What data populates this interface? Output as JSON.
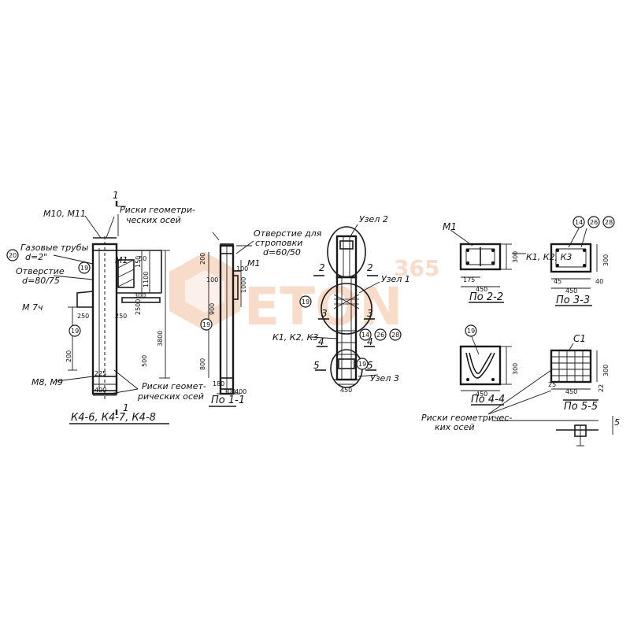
{
  "watermark": {
    "brand": "ETON",
    "number": "365"
  },
  "left_view": {
    "marks_top": "М10, М11",
    "risk_top_1": "Риски геометри-",
    "risk_top_2": "ческих осей",
    "section_mark": "1",
    "gas_pipe_num": "20",
    "gas_pipe_1": "Газовые трубы",
    "gas_pipe_2": "d=2\"",
    "hole_1": "Отверстие",
    "hole_2": "d=80/75",
    "m1": "М1",
    "m7": "М 7ч",
    "m8": "М8, М9",
    "circ_19a": "19",
    "circ_19b": "19",
    "risk_bot_1": "Риски геомет-",
    "risk_bot_2": "рических осей",
    "title": "К4-6, К4-7, К4-8",
    "dims": [
      "250",
      "250",
      "3800",
      "1100",
      "150",
      "300",
      "50",
      "200",
      "225",
      "400",
      "500",
      "2500"
    ]
  },
  "right_view": {
    "hole_1": "Отверстие для",
    "hole_2": "строповки",
    "hole_3": "d=60/50",
    "m1": "М1",
    "circ_19": "19",
    "title": "По 1-1",
    "dims": [
      "200",
      "100",
      "100",
      "1000",
      "900",
      "800",
      "180",
      "300",
      "400"
    ]
  },
  "center_view": {
    "node_2": "Узел 2",
    "node_1": "Узел 1",
    "node_3": "Узел 3",
    "marks": "К1, К2, К3",
    "circ_14": "14",
    "circ_26": "26",
    "circ_28": "28",
    "circ_19a": "19",
    "circ_19b": "19",
    "sec_2": "2",
    "sec_3": "3",
    "sec_4": "4",
    "sec_5": "5",
    "dim_450": "450"
  },
  "sec_2_2": {
    "m1": "М1",
    "marks": "К1, К2, К3",
    "d_300": "300",
    "d_175": "175",
    "d_450": "450",
    "title": "По 2-2"
  },
  "sec_3_3": {
    "circ_14": "14",
    "circ_26": "26",
    "circ_28": "28",
    "d_300": "300",
    "d_45": "45",
    "d_450": "450",
    "d_40": "40",
    "title": "По 3-3"
  },
  "sec_4_4": {
    "circ_19": "19",
    "d_300": "300",
    "d_450": "450",
    "title": "По 4-4"
  },
  "sec_5_5": {
    "c1": "С1",
    "d_300": "300",
    "d_450": "450",
    "d_25": "25",
    "d_22": "22",
    "title": "По 5-5"
  },
  "risk_right_1": "Риски геометричес-",
  "risk_right_2": "ких осей",
  "mark_5": "5"
}
